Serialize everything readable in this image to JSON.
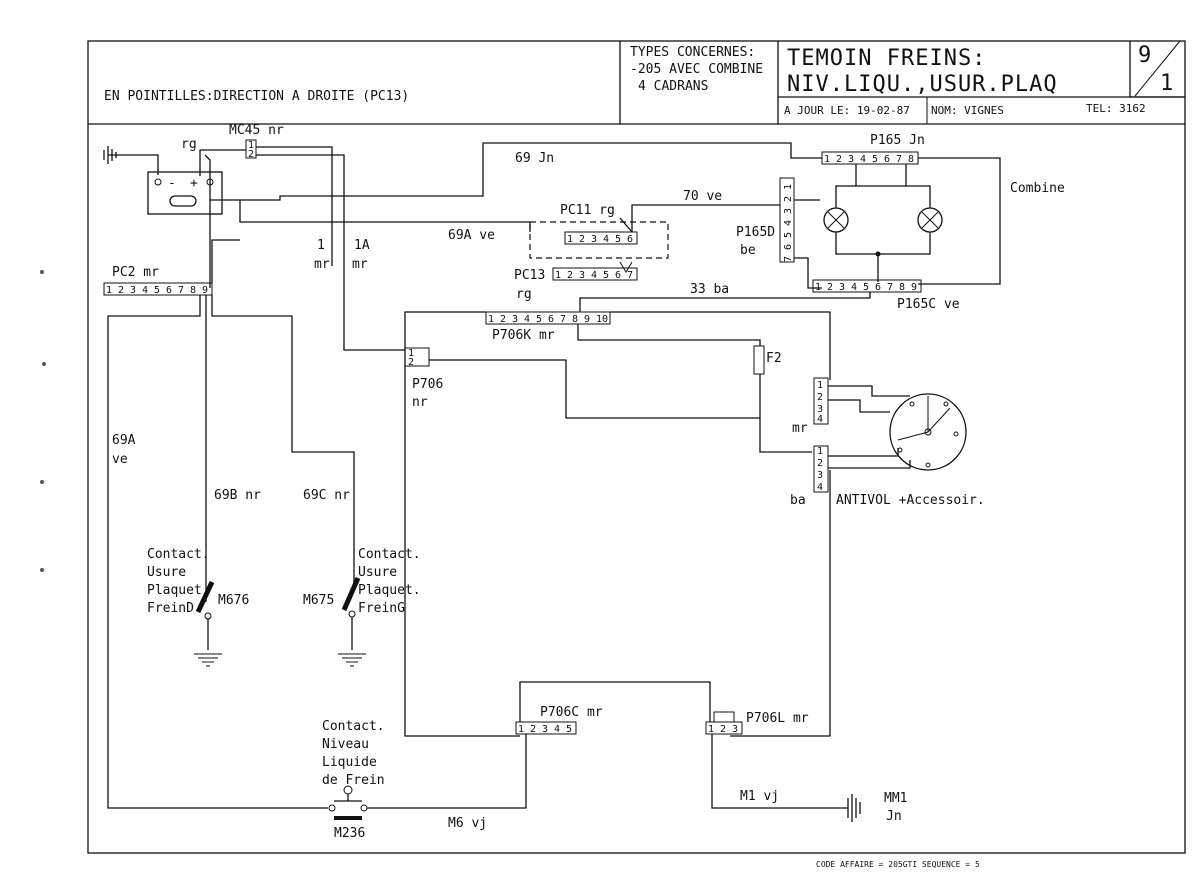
{
  "header": {
    "note": "EN POINTILLES:DIRECTION A DROITE (PC13)",
    "types_title": "TYPES CONCERNES:",
    "types_line1": "-205 AVEC COMBINE",
    "types_line2": "4 CADRANS",
    "title_line1": "TEMOIN FREINS:",
    "title_line2": "NIV.LIQU.,USUR.PLAQ",
    "sheet_num": "9",
    "sheet_total": "1",
    "date_label": "A JOUR LE: 19-02-87",
    "name_label": "NOM: VIGNES",
    "tel_label": "TEL: 3162"
  },
  "footer": {
    "code": "CODE AFFAIRE = 205GTI SEQUENCE = 5"
  },
  "connectors": {
    "mc45": "MC45 nr",
    "rg": "rg",
    "pc2": "PC2 mr",
    "pc11": "PC11 rg",
    "pc13": "PC13",
    "pc13_color": "rg",
    "p165": "P165 Jn",
    "p165d": "P165D",
    "p165d_color": "be",
    "p165c": "P165C ve",
    "p706k": "P706K mr",
    "p706": "P706",
    "p706_color": "nr",
    "p706c": "P706C mr",
    "p706l": "P706L mr",
    "f2": "F2"
  },
  "pins": {
    "p2": [
      "1",
      "2"
    ],
    "p6": [
      "1",
      "2",
      "3",
      "4",
      "5",
      "6"
    ],
    "p7": [
      "1",
      "2",
      "3",
      "4",
      "5",
      "6",
      "7"
    ],
    "p8": [
      "1",
      "2",
      "3",
      "4",
      "5",
      "6",
      "7",
      "8"
    ],
    "p9": [
      "1",
      "2",
      "3",
      "4",
      "5",
      "6",
      "7",
      "8",
      "9"
    ],
    "p10": [
      "1",
      "2",
      "3",
      "4",
      "5",
      "6",
      "7",
      "8",
      "9",
      "10"
    ],
    "p706c": [
      "1",
      "2",
      "3",
      "4",
      "5"
    ],
    "p706l": [
      "1",
      "2",
      "3"
    ],
    "p165d_v": [
      "7",
      "6",
      "5",
      "4",
      "3",
      "2",
      "1"
    ],
    "ant_top": [
      "1",
      "2",
      "3",
      "4"
    ],
    "ant_bot": [
      "4",
      "3",
      "2",
      "1"
    ]
  },
  "wires": {
    "w69jn": "69 Jn",
    "w70ve": "70 ve",
    "w69ave": "69A ve",
    "w33ba": "33 ba",
    "w1": "1",
    "w1mr": "mr",
    "w1a": "1A",
    "w1amr": "mr",
    "w69a_left": "69A",
    "w69a_left_ve": "ve",
    "w69b": "69B nr",
    "w69c": "69C nr",
    "wm6": "M6 vj",
    "wm1": "M1 vj",
    "wmr": "mr",
    "wba": "ba"
  },
  "components": {
    "combine": "Combine",
    "antivol": "ANTIVOL +Accessoir.",
    "m676": "M676",
    "m675": "M675",
    "m236": "M236",
    "mm1": "MM1",
    "mm1_color": "Jn",
    "cd_1": "Contact.",
    "cd_2": "Usure",
    "cd_3": "Plaquet",
    "cd_4": "FreinD",
    "cg_1": "Contact.",
    "cg_2": "Usure",
    "cg_3": "Plaquet.",
    "cg_4": "FreinG",
    "cn_1": "Contact.",
    "cn_2": "Niveau",
    "cn_3": "Liquide",
    "cn_4": "de Frein",
    "batt_minus": "-",
    "batt_plus": "+"
  }
}
